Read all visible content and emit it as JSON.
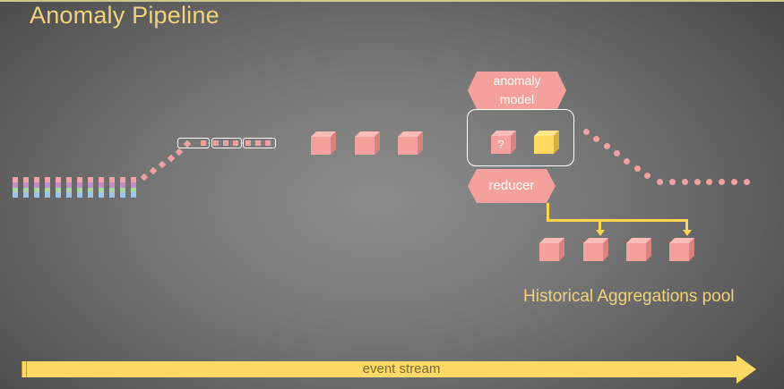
{
  "title": "Anomaly Pipeline",
  "colors": {
    "accent_yellow": "#ffd966",
    "title_text": "#f2d37a",
    "event_pink": "#f4a19c",
    "event_purple": "#c58ec8",
    "event_green": "#a8d8a0",
    "event_blue": "#9cc4e8",
    "frame_white": "#ffffff"
  },
  "diagram": {
    "event_batch": {
      "count": 12,
      "layers": [
        "pink",
        "purple",
        "green",
        "blue"
      ]
    },
    "windowed_groups": 3,
    "aggregate_cubes": 3,
    "anomaly_model": {
      "label": "anomaly model",
      "label_line1": "anomaly",
      "label_line2": "model"
    },
    "comparison": {
      "unknown_cube_label": "?",
      "baseline_cube": "yellow"
    },
    "reducer": {
      "label": "reducer"
    },
    "output_dots": 16,
    "pool": {
      "cubes": 4,
      "label": "Historical Aggregations pool"
    },
    "stream": {
      "label": "event stream"
    }
  }
}
